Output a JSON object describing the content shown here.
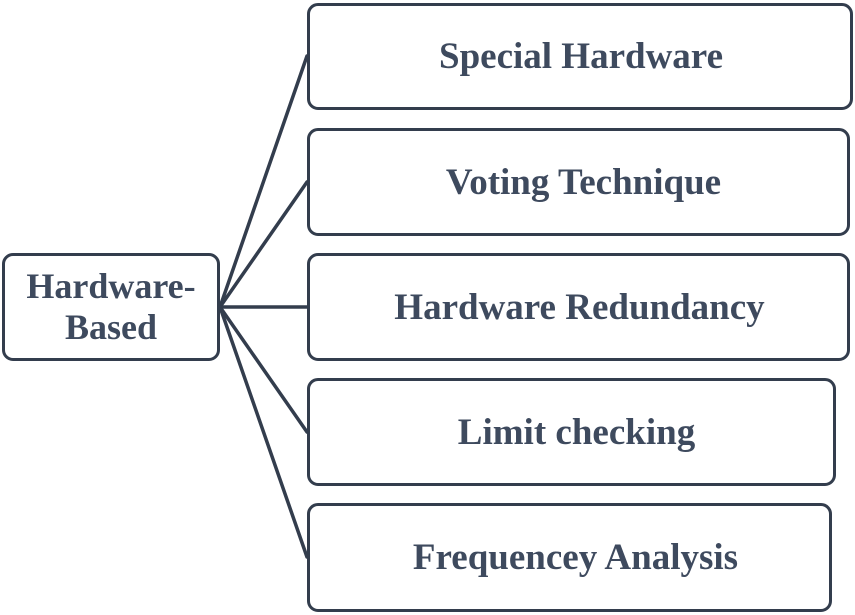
{
  "root": {
    "line1": "Hardware-",
    "line2": "Based"
  },
  "branches": [
    {
      "label": "Special Hardware"
    },
    {
      "label": "Voting Technique"
    },
    {
      "label": "Hardware Redundancy"
    },
    {
      "label": "Limit checking"
    },
    {
      "label": "Frequencey Analysis"
    }
  ],
  "colors": {
    "stroke": "#333d4d",
    "text": "#3e4a5e",
    "background": "#ffffff"
  }
}
